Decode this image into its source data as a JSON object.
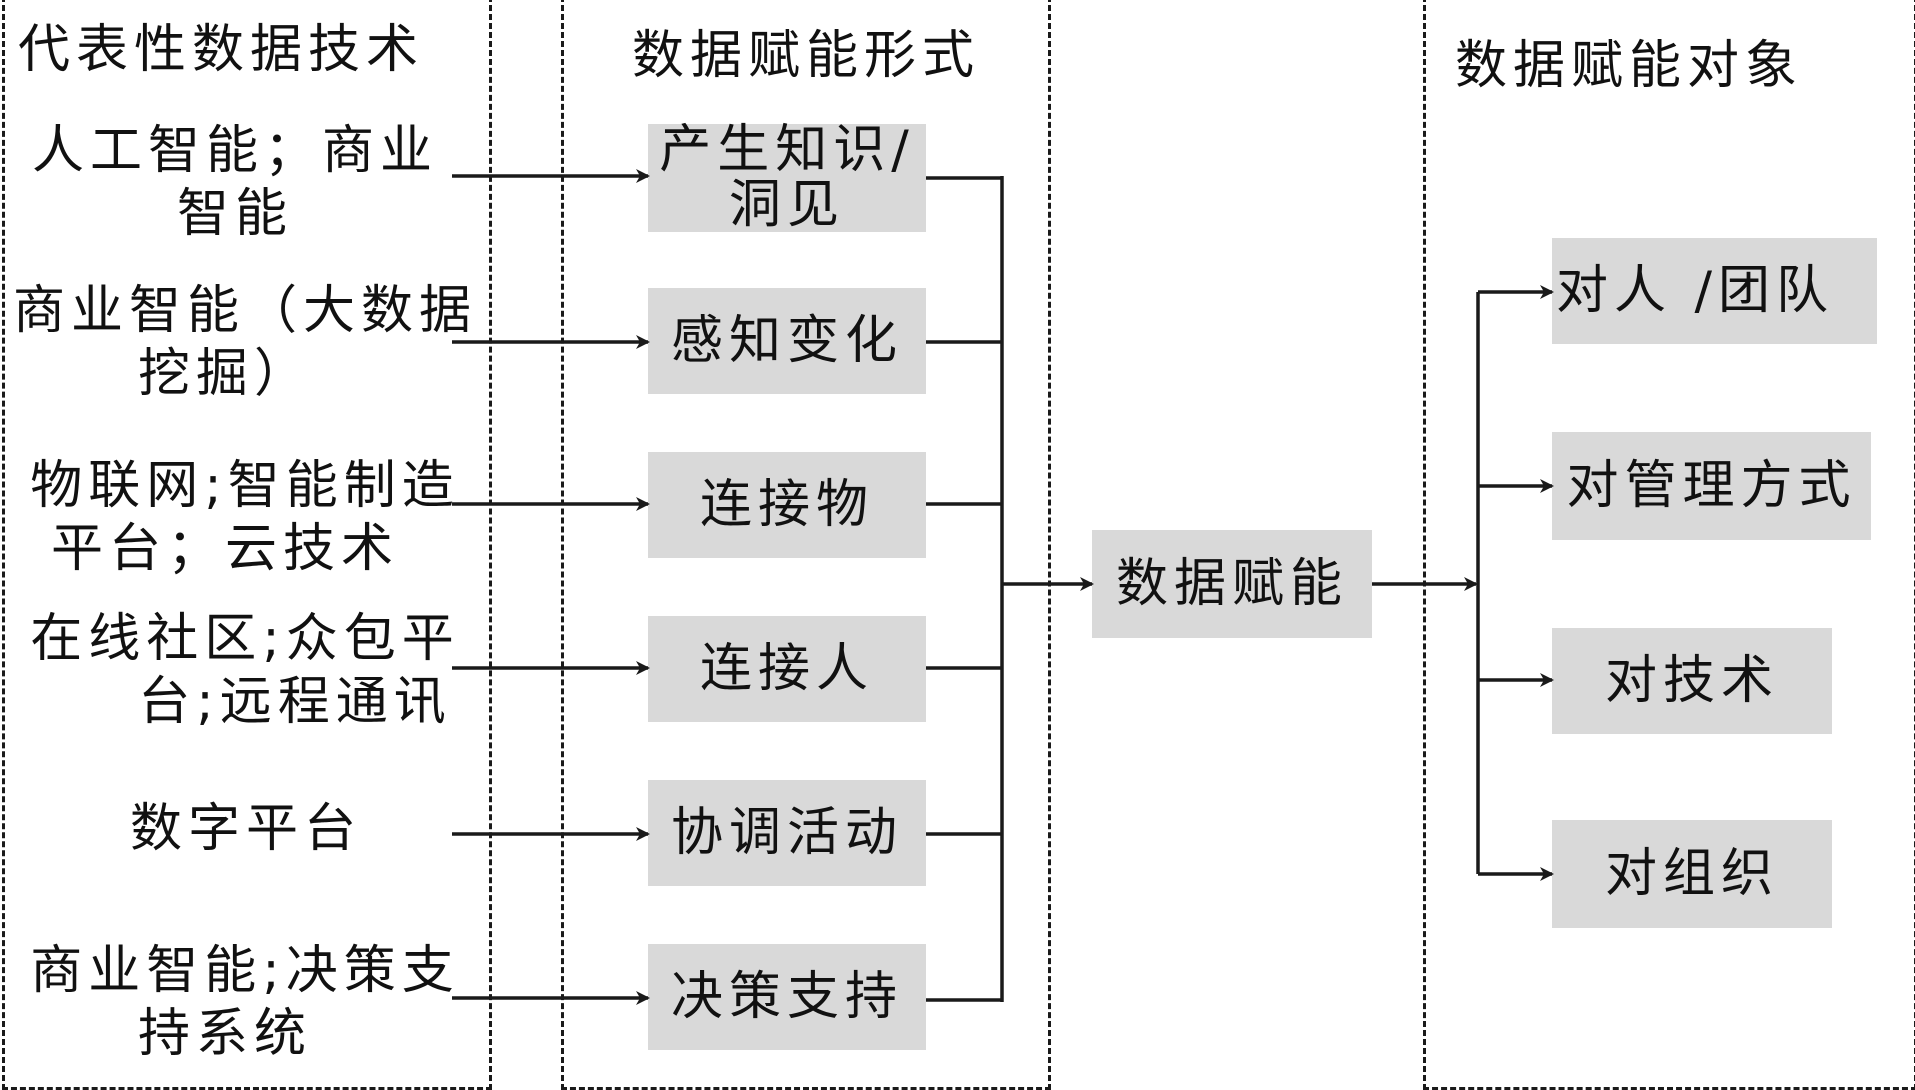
{
  "panels": {
    "tech_title": "代表性数据技术",
    "form_title": "数据赋能形式",
    "target_title": "数据赋能对象"
  },
  "technologies": [
    {
      "line1": "人工智能；商业",
      "line2": "智能"
    },
    {
      "line1": "商业智能（大数据",
      "line2": "挖掘）"
    },
    {
      "line1": "物联网;智能制造",
      "line2": "平台；云技术"
    },
    {
      "line1": "在线社区;众包平",
      "line2": "台;远程通讯"
    },
    {
      "line1": "数字平台",
      "line2": ""
    },
    {
      "line1": "商业智能;决策支",
      "line2": "持系统"
    }
  ],
  "forms": [
    {
      "line1": "产生知识/",
      "line2": "洞见"
    },
    {
      "line1": "感知变化",
      "line2": ""
    },
    {
      "line1": "连接物",
      "line2": ""
    },
    {
      "line1": "连接人",
      "line2": ""
    },
    {
      "line1": "协调活动",
      "line2": ""
    },
    {
      "line1": "决策支持",
      "line2": ""
    }
  ],
  "center": {
    "label": "数据赋能"
  },
  "targets": [
    {
      "label": "对人 /团队"
    },
    {
      "label": "对管理方式"
    },
    {
      "label": "对技术"
    },
    {
      "label": "对组织"
    }
  ],
  "colors": {
    "box_fill": "#d9d9d9",
    "line": "#1a1a1a"
  }
}
